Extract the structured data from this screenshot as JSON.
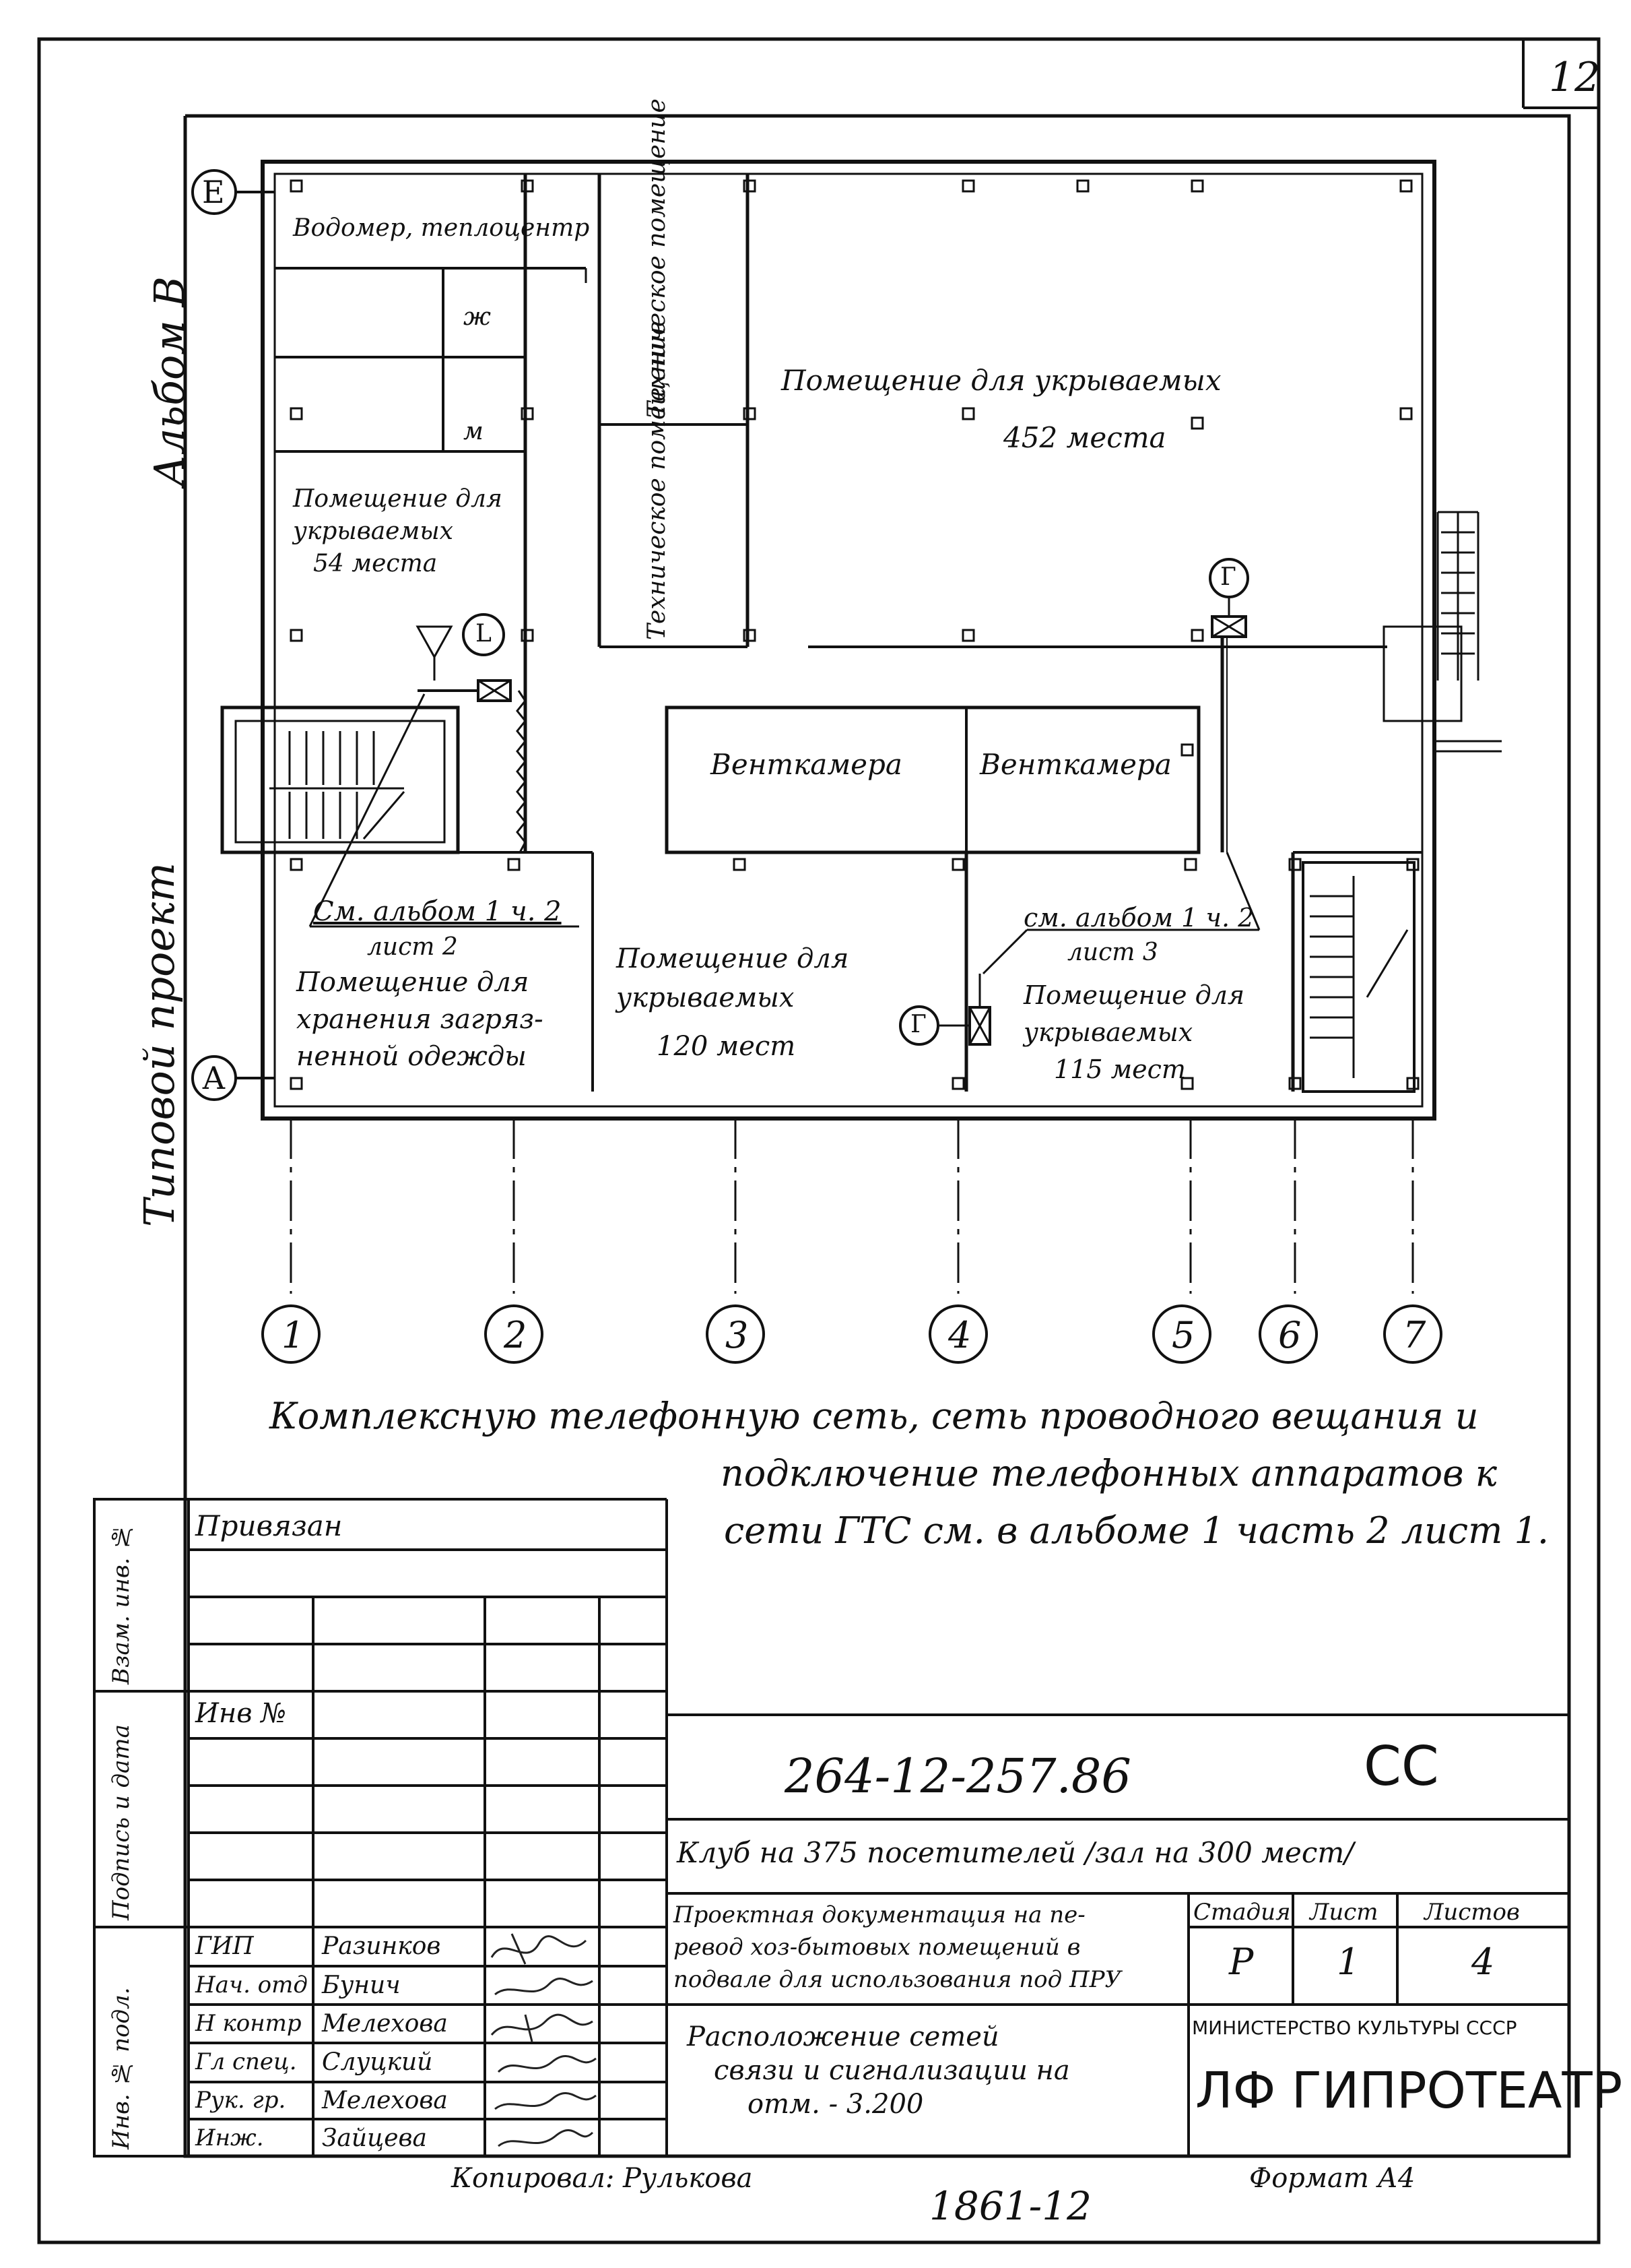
{
  "corner_mark": "12",
  "side_labels": {
    "album": "Альбом В",
    "project": "Типовой проект"
  },
  "axes": {
    "rows": [
      "Е",
      "А"
    ],
    "columns": [
      "1",
      "2",
      "3",
      "4",
      "5",
      "6",
      "7"
    ]
  },
  "rooms": {
    "vodomer": "Водомер, теплоцентр",
    "zh": "ж",
    "m": "м",
    "tech1": "Техническое помещение",
    "tech2": "Техническое помещение",
    "big_hall": [
      "Помещение для укрываемых",
      "452 места"
    ],
    "room54": [
      "Помещение для",
      "укрываемых",
      "54 места"
    ],
    "vent1": "Венткамера",
    "vent2": "Венткамера",
    "ref1": [
      "См. альбом 1 ч. 2",
      "лист 2"
    ],
    "storage": [
      "Помещение для",
      "хранения загряз-",
      "ненной одежды"
    ],
    "room120": [
      "Помещение для",
      "укрываемых",
      "120 мест"
    ],
    "ref2": [
      "см. альбом 1 ч. 2",
      "лист 3"
    ],
    "room115": [
      "Помещение для",
      "укрываемых",
      "115 мест"
    ],
    "sym_g": "Г",
    "sym_l": "L"
  },
  "note": [
    "Комплексную   телефонную  сеть, сеть проводного вещания и",
    "подключение телефонных аппаратов  к",
    "сети  ГТС  см. в альбоме 1 часть 2 лист 1."
  ],
  "stamp": {
    "side_labels": [
      "Взам. инв. №",
      "Подпись и дата",
      "Инв. № подл."
    ],
    "privyazan": "Привязан",
    "inv_no": "Инв №",
    "doc_code": "264-12-257.86",
    "doc_mark": "СС",
    "object": "Клуб на 375 посетителей /зал на 300 мест/",
    "project_name": [
      "Проектная документация на пе-",
      "ревод хоз-бытовых помещений в",
      "подвале для использования под ПРУ"
    ],
    "sheet_title": [
      "Расположение  сетей",
      "связи и сигнализации на",
      "отм. - 3.200"
    ],
    "stage_label": "Стадия",
    "sheet_label": "Лист",
    "sheets_label": "Листов",
    "stage": "Р",
    "sheet": "1",
    "sheets": "4",
    "ministry": "МИНИСТЕРСТВО КУЛЬТУРЫ СССР",
    "org": "ЛФ ГИПРОТЕАТР",
    "roles": [
      {
        "role": "ГИП",
        "name": "Разинков"
      },
      {
        "role": "Нач. отд",
        "name": "Бунич"
      },
      {
        "role": "Н контр",
        "name": "Мелехова"
      },
      {
        "role": "Гл спец.",
        "name": "Слуцкий"
      },
      {
        "role": "Рук. гр.",
        "name": "Мелехова"
      },
      {
        "role": "Инж.",
        "name": "Зайцева"
      }
    ]
  },
  "copied_by": "Копировал: Рулькова",
  "format": "Формат А4",
  "bottom_code": "1861-12"
}
